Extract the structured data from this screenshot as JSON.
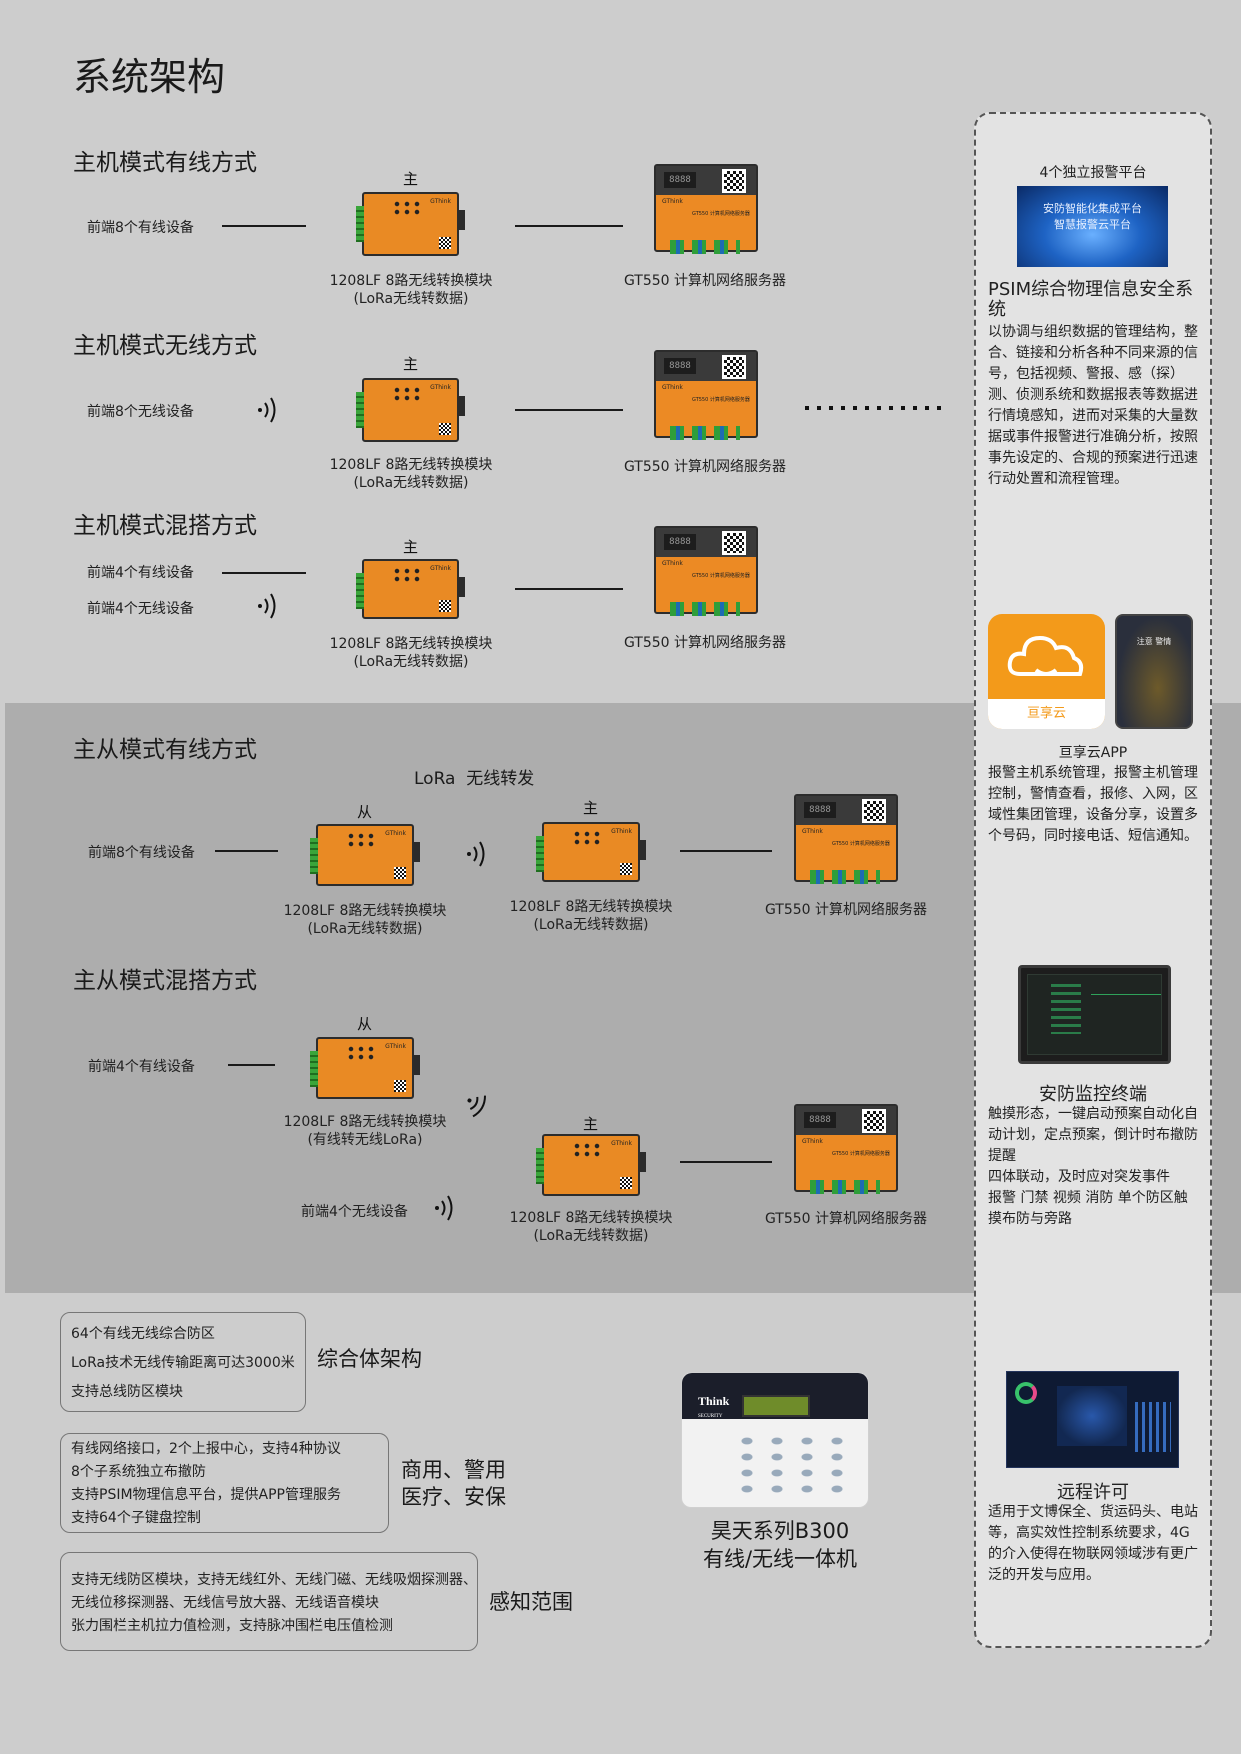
{
  "page_title": "系统架构",
  "sections": {
    "host_wired": "主机模式有线方式",
    "host_wireless": "主机模式无线方式",
    "host_mixed": "主机模式混搭方式",
    "ms_wired": "主从模式有线方式",
    "ms_mixed": "主从模式混搭方式"
  },
  "labels": {
    "front8_wired": "前端8个有线设备",
    "front8_wireless": "前端8个无线设备",
    "front4_wired": "前端4个有线设备",
    "front4_wireless": "前端4个无线设备",
    "master": "主",
    "slave": "从",
    "lora_relay": "LoRa  无线转发",
    "module_name": "1208LF 8路无线转换模块",
    "module_lora": "(LoRa无线转数据)",
    "module_wired_to_lora": "(有线转无线LoRa)",
    "server_name": "GT550 计算机网络服务器"
  },
  "device_marks": {
    "module_brand": "GThink",
    "server_brand": "GThink",
    "server_display": "8888",
    "server_model": "GT550 计算机网络服务器"
  },
  "right_panel": {
    "platform_title": "4个独立报警平台",
    "platform_banner_line1": "安防智能化集成平台",
    "platform_banner_line2": "智慧报警云平台",
    "psim_title": "PSIM综合物理信息安全系统",
    "psim_text": "以协调与组织数据的管理结构，整合、链接和分析各种不同来源的信号，包括视频、警报、感（探）测、侦测系统和数据报表等数据进行情境感知，进而对采集的大量数据或事件报警进行准确分析，按照事先设定的、合规的预案进行迅速行动处置和流程管理。",
    "app_icon_text": "亘享云",
    "phone_text": "注意 警情",
    "app_title": "亘享云APP",
    "app_text": "报警主机系统管理，报警主机管理控制，警情查看，报修、入网，区域性集团管理，设备分享，设置多个号码，同时接电话、短信通知。",
    "terminal_title": "安防监控终端",
    "terminal_text": "触摸形态，一键启动预案自动化自动计划，定点预案，倒计时布撤防提醒\n四体联动，及时应对突发事件\n报警 门禁 视频 消防 单个防区触摸布防与旁路",
    "remote_title": "远程许可",
    "remote_text": "适用于文博保全、货运码头、电站等，高实效性控制系统要求，4G的介入使得在物联网领域涉有更广泛的开发与应用。"
  },
  "bottom": {
    "box1": [
      "64个有线无线综合防区",
      "LoRa技术无线传输距离可达3000米",
      "支持总线防区模块"
    ],
    "box1_label": "综合体架构",
    "box2": [
      "有线网络接口，2个上报中心，支持4种协议",
      "8个子系统独立布撤防",
      "支持PSIM物理信息平台，提供APP管理服务",
      "支持64个子键盘控制"
    ],
    "box2_label_line1": "商用、警用",
    "box2_label_line2": "医疗、安保",
    "box3": [
      "支持无线防区模块，支持无线红外、无线门磁、无线吸烟探测器、",
      "无线位移探测器、无线信号放大器、无线语音模块",
      "张力围栏主机拉力值检测，支持脉冲围栏电压值检测"
    ],
    "box3_label": "感知范围",
    "keypad_brand_line1": "Think",
    "keypad_brand_line2": "SECURITY",
    "product_line1": "昊天系列B300",
    "product_line2": "有线/无线一体机"
  },
  "colors": {
    "background": "#cdcdcd",
    "band": "#adadad",
    "device_orange": "#e98a24",
    "panel": "#e3e3e3"
  }
}
